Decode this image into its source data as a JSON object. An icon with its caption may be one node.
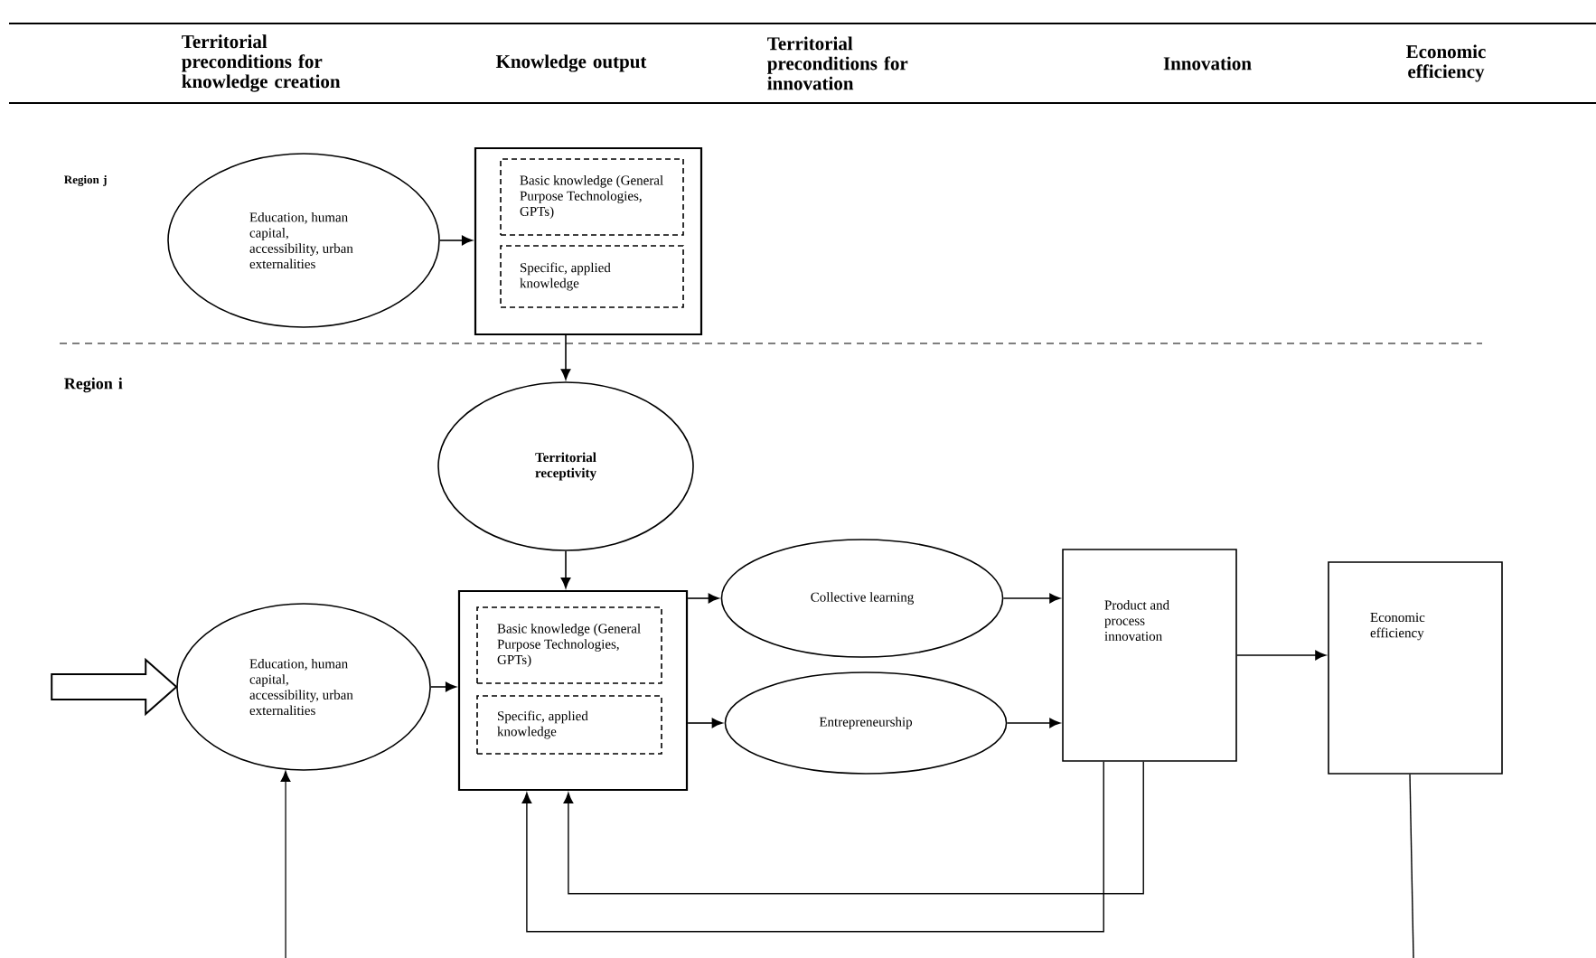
{
  "diagram": {
    "nodes": [
      {
        "text": [
          "Education, human capital, accessibility, urban externalities"
        ]
      },
      {
        "text": [],
        "shape": "box"
      },
      {
        "text": [
          "Basic knowledge (General Purpose Technologies, GPTs)"
        ],
        "in": 1
      },
      {
        "text": [
          "Specific, applied knowledge"
        ],
        "in": 1
      },
      {
        "text": [
          "Territorial receptivity"
        ]
      },
      {
        "text": [
          "Education, human capital, accessibility, urban externalities"
        ]
      },
      {
        "text": [],
        "shape": "box"
      },
      {
        "text": [
          "Basic knowledge (General Purpose Technologies, GPTs)"
        ],
        "in": 6
      },
      {
        "text": [
          "Specific, applied knowledge"
        ],
        "in": 6
      },
      {
        "text": [
          "Collective learning"
        ]
      },
      {
        "text": [
          "Entrepreneurship"
        ]
      },
      {
        "text": [
          "Product and process innovation"
        ]
      },
      {
        "text": [
          "Economic efficiency"
        ]
      }
    ],
    "edges": [
      {
        "from": 0,
        "to": 1,
        "arrow": "to"
      },
      {
        "from": 1,
        "to": 4,
        "arrow": "to"
      },
      {
        "from": 4,
        "to": 6,
        "arrow": "to"
      },
      {
        "from": null,
        "to": 5,
        "arrow": "to",
        "style": "thick"
      },
      {
        "from": 5,
        "to": 6,
        "arrow": "to"
      },
      {
        "from": 6,
        "to": 9,
        "arrow": "to"
      },
      {
        "from": 6,
        "to": 10,
        "arrow": "to"
      },
      {
        "from": 9,
        "to": 11,
        "arrow": "to"
      },
      {
        "from": 10,
        "to": 11,
        "arrow": "to"
      },
      {
        "from": 11,
        "to": 12,
        "arrow": "to"
      },
      {
        "from": 11,
        "to": 6,
        "arrow": "to"
      },
      {
        "from": 11,
        "to": 6,
        "arrow": "to"
      },
      {
        "from": null,
        "to": 5,
        "arrow": "to"
      },
      {
        "from": 12,
        "to": null,
        "arrow": "none"
      }
    ],
    "labels": [
      "Territorial preconditions for knowledge creation",
      "Knowledge output",
      "Territorial preconditions for innovation",
      "Innovation",
      "Economic efficiency",
      "Region j",
      "Region i"
    ]
  }
}
